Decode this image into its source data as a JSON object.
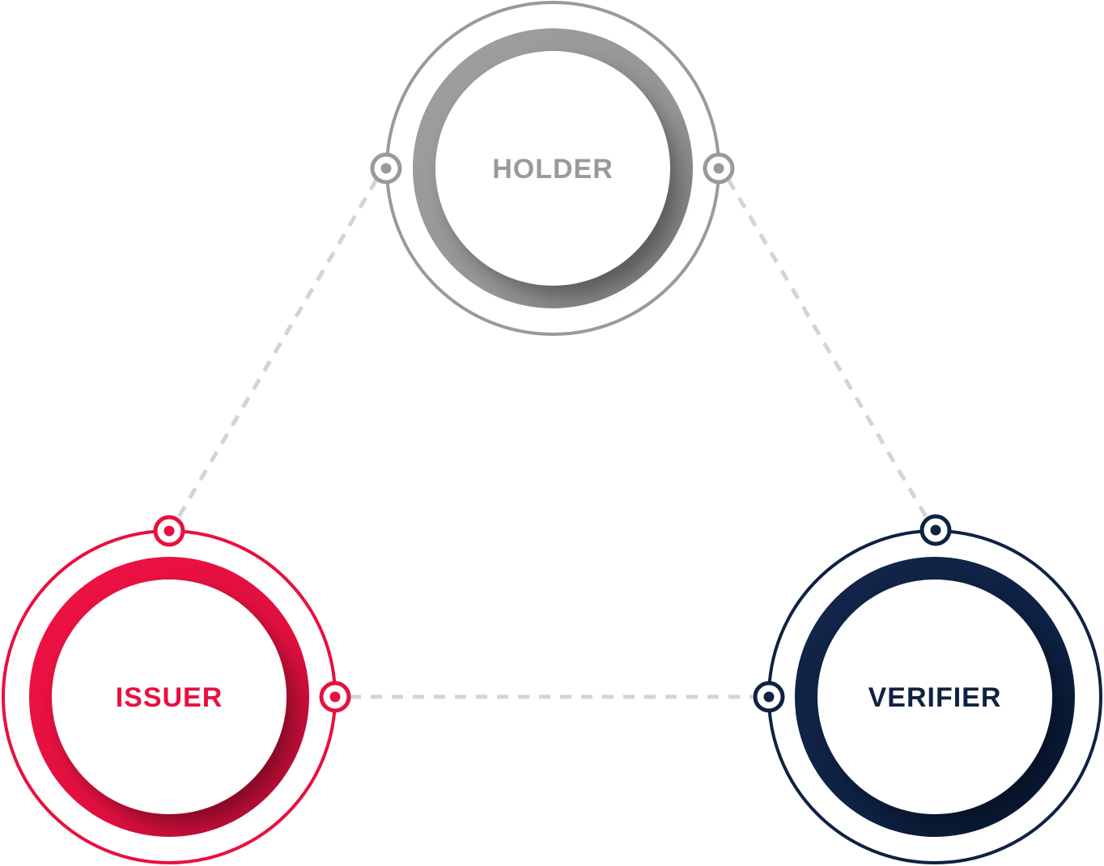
{
  "nodes": [
    {
      "id": "holder",
      "label": "HOLDER",
      "color": "#9a9a9a",
      "dark": "#6e6e6e"
    },
    {
      "id": "issuer",
      "label": "ISSUER",
      "color": "#e8103f",
      "dark": "#a30d32"
    },
    {
      "id": "verifier",
      "label": "VERIFIER",
      "color": "#0f2241",
      "dark": "#06142a"
    }
  ],
  "connector_color": "#d4d4d4"
}
